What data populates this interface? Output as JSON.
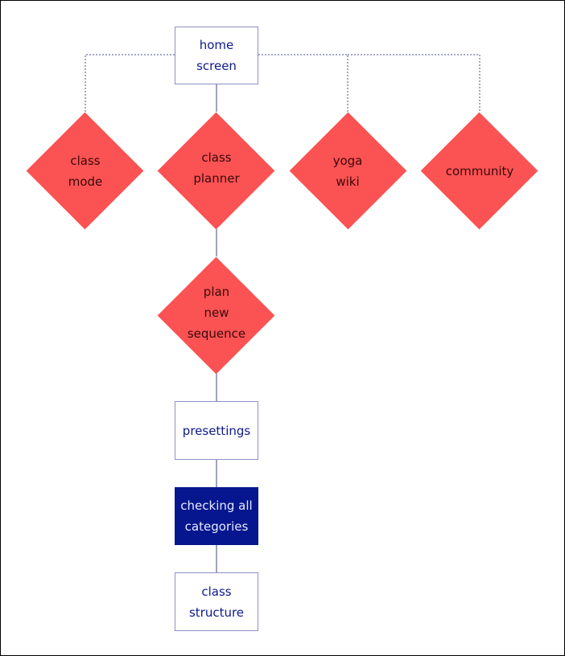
{
  "nodes": {
    "home": {
      "label": "home\nscreen"
    },
    "class_mode": {
      "label": "class\nmode"
    },
    "class_planner": {
      "label": "class\nplanner"
    },
    "yoga_wiki": {
      "label": "yoga\nwiki"
    },
    "community": {
      "label": "community"
    },
    "plan_new_sequence": {
      "label": "plan\nnew\nsequence"
    },
    "presettings": {
      "label": "presettings"
    },
    "checking_all_categories": {
      "label": "checking all\ncategories"
    },
    "class_structure": {
      "label": "class\nstructure"
    }
  },
  "colors": {
    "diamond_fill": "#fb5253",
    "box_text": "#0d1a8c",
    "highlight_box": "#06168e",
    "connector": "#6b6f99"
  }
}
